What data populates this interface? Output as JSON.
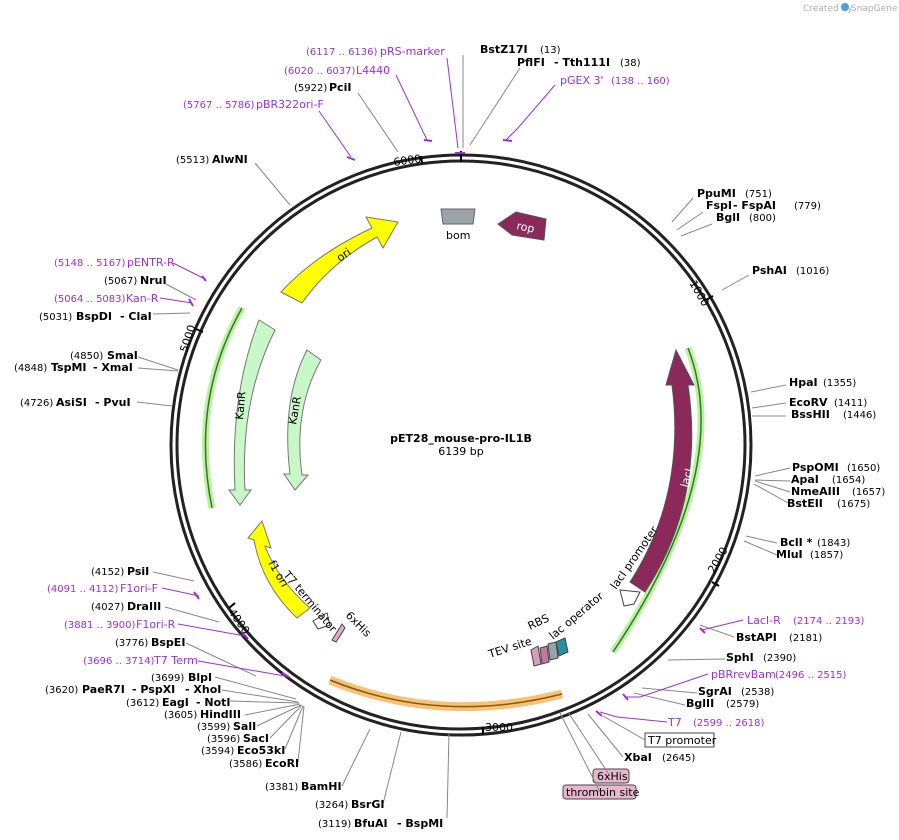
{
  "credit": {
    "prefix": "Created by",
    "brand": "SnapGene"
  },
  "plasmid": {
    "name": "pET28_mouse-pro-IL1B",
    "size": "6139 bp"
  },
  "ruler": {
    "r1000": "1000",
    "r2000": "2000",
    "r3000": "3000",
    "r4000": "4000",
    "r5000": "5000",
    "r6000": "6000"
  },
  "colors": {
    "primer": "#9b30d9",
    "ori": "#ffff00",
    "kanr": "#c8f7c8",
    "laci": "#8b2a5a",
    "rop": "#8b2a5a",
    "bom": "#9aa3a8",
    "cds_highlight": "#f6c27a"
  },
  "features": {
    "ori": "ori",
    "kanr_outer": "KanR",
    "kanr_inner": "KanR",
    "laci": "lacI",
    "rop": "rop",
    "bom": "bom",
    "f1ori": "f1 ori",
    "t7_terminator": "T7 terminator",
    "sixhis_top": "6xHis",
    "tev_site": "TEV site",
    "rbs": "RBS",
    "lac_operator": "lac operator",
    "laci_promoter": "lacI promoter",
    "t7_promoter": "T7 promoter",
    "sixhis_bottom": "6xHis",
    "thrombin_site": "thrombin site"
  },
  "sites": {
    "bstz17i": {
      "name": "BstZ17I",
      "pos": "(13)"
    },
    "pflfi": {
      "name": "PflFI",
      "name2": "Tth111I",
      "pos": "(38)"
    },
    "pcii": {
      "name": "PciI",
      "pos": "(5922)"
    },
    "alwni": {
      "name": "AlwNI",
      "pos": "(5513)"
    },
    "ppumi": {
      "name": "PpuMI",
      "pos": "(751)"
    },
    "fspi": {
      "name": "FspI",
      "name2": "FspAI",
      "pos": "(779)"
    },
    "bgli": {
      "name": "BglI",
      "pos": "(800)"
    },
    "pshai": {
      "name": "PshAI",
      "pos": "(1016)"
    },
    "hpai": {
      "name": "HpaI",
      "pos": "(1355)"
    },
    "ecorv": {
      "name": "EcoRV",
      "pos": "(1411)"
    },
    "bsshii": {
      "name": "BssHII",
      "pos": "(1446)"
    },
    "pspomi": {
      "name": "PspOMI",
      "pos": "(1650)"
    },
    "apai": {
      "name": "ApaI",
      "pos": "(1654)"
    },
    "nmeaiii": {
      "name": "NmeAIII",
      "pos": "(1657)"
    },
    "bsteii": {
      "name": "BstEII",
      "pos": "(1675)"
    },
    "bcli": {
      "name": "BclI *",
      "pos": "(1843)"
    },
    "mlui": {
      "name": "MluI",
      "pos": "(1857)"
    },
    "bstapi": {
      "name": "BstAPI",
      "pos": "(2181)"
    },
    "sphi": {
      "name": "SphI",
      "pos": "(2390)"
    },
    "sgrai": {
      "name": "SgrAI",
      "pos": "(2538)"
    },
    "bglii": {
      "name": "BglII",
      "pos": "(2579)"
    },
    "xbai": {
      "name": "XbaI",
      "pos": "(2645)"
    },
    "nrui": {
      "name": "NruI",
      "pos": "(5067)"
    },
    "bspdi": {
      "name": "BspDI",
      "name2": "ClaI",
      "pos": "(5031)"
    },
    "smai": {
      "name": "SmaI",
      "pos": "(4850)"
    },
    "tspmi": {
      "name": "TspMI",
      "name2": "XmaI",
      "pos": "(4848)"
    },
    "asisi": {
      "name": "AsiSI",
      "name2": "PvuI",
      "pos": "(4726)"
    },
    "psii": {
      "name": "PsiI",
      "pos": "(4152)"
    },
    "drai": {
      "name": "DraIII",
      "pos": "(4027)"
    },
    "bspei": {
      "name": "BspEI",
      "pos": "(3776)"
    },
    "blpi": {
      "name": "BlpI",
      "pos": "(3699)"
    },
    "paer7i": {
      "name": "PaeR7I",
      "name2": "PspXI",
      "name3": "XhoI",
      "pos": "(3620)"
    },
    "eagi": {
      "name": "EagI",
      "name2": "NotI",
      "pos": "(3612)"
    },
    "hindiii": {
      "name": "HindIII",
      "pos": "(3605)"
    },
    "sali": {
      "name": "SalI",
      "pos": "(3599)"
    },
    "saci": {
      "name": "SacI",
      "pos": "(3596)"
    },
    "eco53ki": {
      "name": "Eco53kI",
      "pos": "(3594)"
    },
    "ecori": {
      "name": "EcoRI",
      "pos": "(3586)"
    },
    "bamhi": {
      "name": "BamHI",
      "pos": "(3381)"
    },
    "bsrgi": {
      "name": "BsrGI",
      "pos": "(3264)"
    },
    "bfuai": {
      "name": "BfuAI",
      "name2": "BspMI",
      "pos": "(3119)"
    }
  },
  "primers": {
    "prs_marker": {
      "name": "pRS-marker",
      "pos": "(6117 .. 6136)"
    },
    "l4440": {
      "name": "L4440",
      "pos": "(6020 .. 6037)"
    },
    "pbr322ori": {
      "name": "pBR322ori-F",
      "pos": "(5767 .. 5786)"
    },
    "pgex3": {
      "name": "pGEX 3'",
      "pos": "(138 .. 160)"
    },
    "pentr_r": {
      "name": "pENTR-R",
      "pos": "(5148 .. 5167)"
    },
    "kan_r": {
      "name": "Kan-R",
      "pos": "(5064 .. 5083)"
    },
    "f1ori_f": {
      "name": "F1ori-F",
      "pos": "(4091 .. 4112)"
    },
    "f1ori_r": {
      "name": "F1ori-R",
      "pos": "(3881 .. 3900)"
    },
    "t7term": {
      "name": "T7 Term",
      "pos": "(3696 .. 3714)"
    },
    "laci_r": {
      "name": "LacI-R",
      "pos": "(2174 .. 2193)"
    },
    "pbrrevbam": {
      "name": "pBRrevBam",
      "pos": "(2496 .. 2515)"
    },
    "t7": {
      "name": "T7",
      "pos": "(2599 .. 2618)"
    }
  }
}
